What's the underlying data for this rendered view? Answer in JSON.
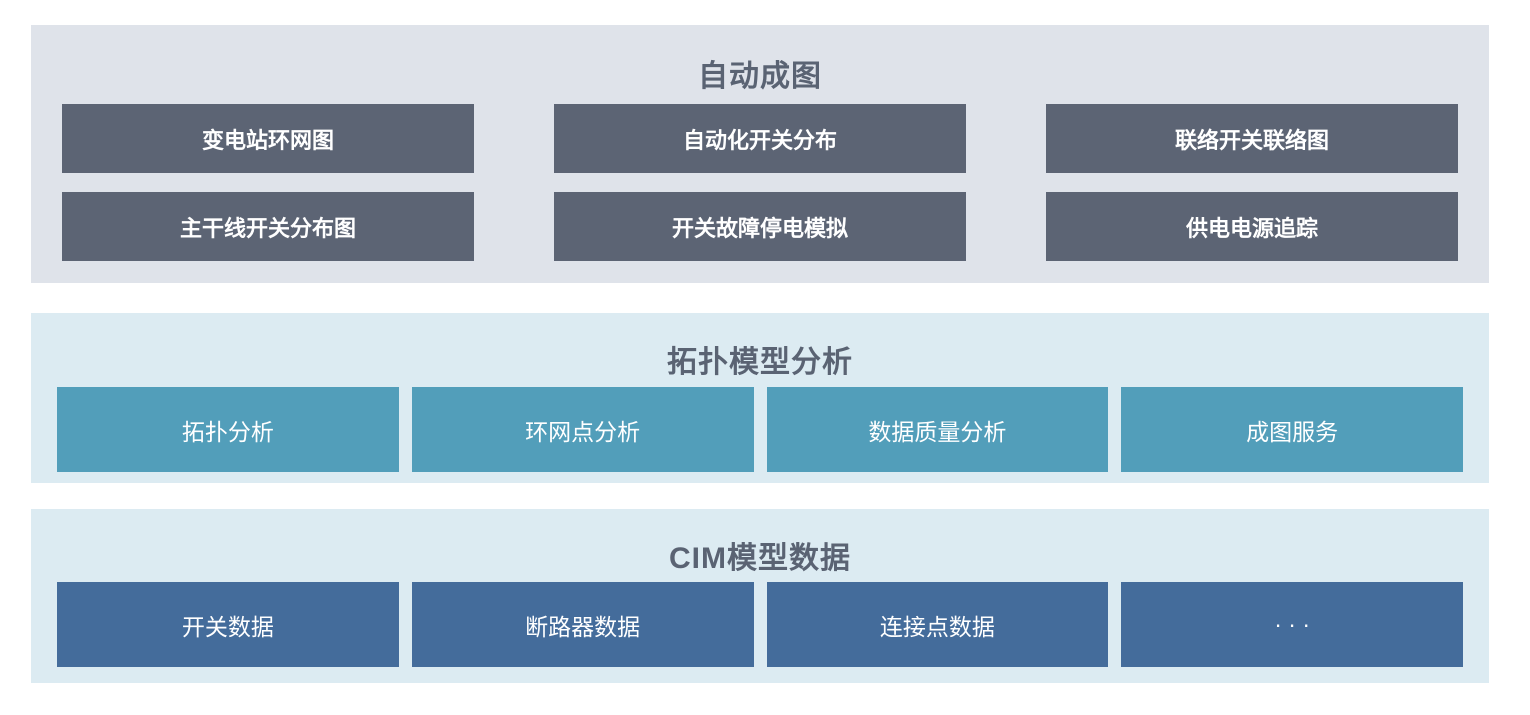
{
  "sections": {
    "auto_mapping": {
      "title": "自动成图",
      "items": [
        "变电站环网图",
        "自动化开关分布",
        "联络开关联络图",
        "主干线开关分布图",
        "开关故障停电模拟",
        "供电电源追踪"
      ]
    },
    "topology_analysis": {
      "title": "拓扑模型分析",
      "items": [
        "拓扑分析",
        "环网点分析",
        "数据质量分析",
        "成图服务"
      ]
    },
    "cim_model_data": {
      "title": "CIM模型数据",
      "items": [
        "开关数据",
        "断路器数据",
        "连接点数据",
        "· · ·"
      ]
    }
  },
  "colors": {
    "auto_panel_bg": "#dfe3ea",
    "auto_box": "#5c6474",
    "light_panel_bg": "#dcebf2",
    "topology_box": "#529eba",
    "cim_box": "#446c9b",
    "title_text": "#5a6373",
    "box_text": "#ffffff"
  }
}
